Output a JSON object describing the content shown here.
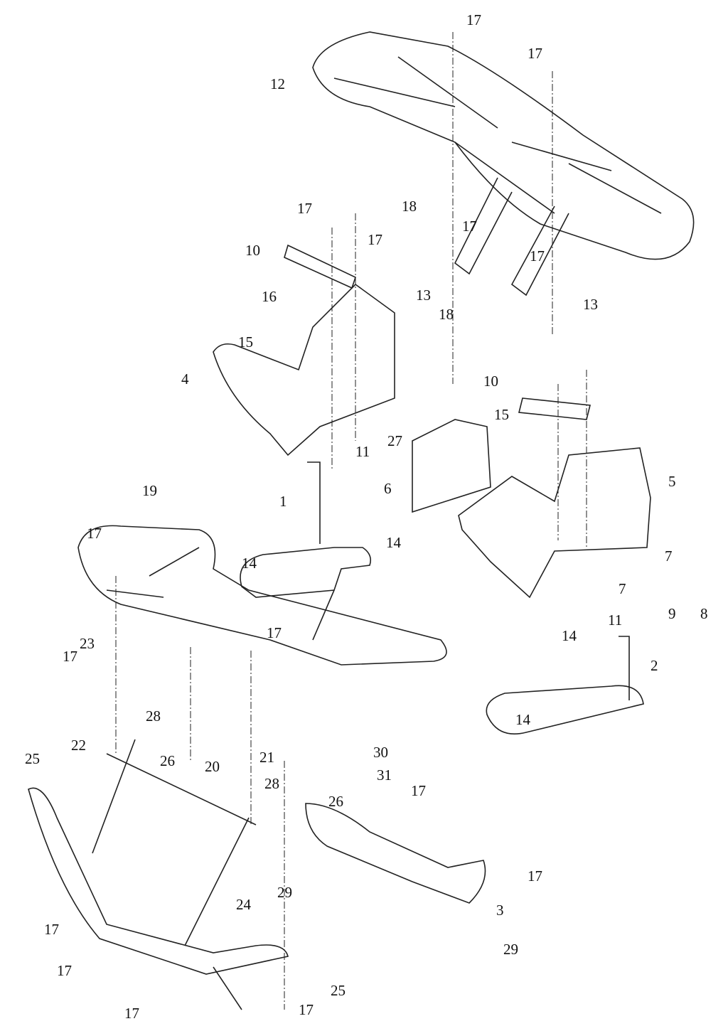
{
  "callouts": [
    "17",
    "17",
    "12",
    "17",
    "17",
    "10",
    "18",
    "17",
    "13",
    "16",
    "17",
    "13",
    "18",
    "15",
    "4",
    "11",
    "27",
    "10",
    "15",
    "5",
    "6",
    "1",
    "19",
    "14",
    "14",
    "17",
    "7",
    "7",
    "9",
    "8",
    "17",
    "23",
    "17",
    "11",
    "14",
    "2",
    "28",
    "14",
    "22",
    "25",
    "26",
    "20",
    "21",
    "30",
    "31",
    "28",
    "26",
    "17",
    "17",
    "29",
    "24",
    "3",
    "17",
    "29",
    "17",
    "25",
    "17",
    "17"
  ]
}
